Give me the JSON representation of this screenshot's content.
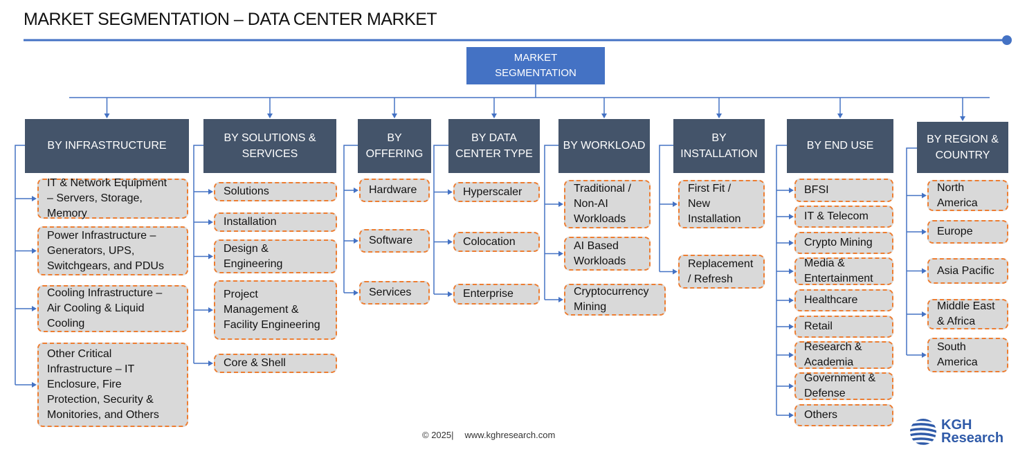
{
  "title": "MARKET SEGMENTATION – DATA CENTER MARKET",
  "root": "MARKET\nSEGMENTATION",
  "columns": [
    {
      "header": "BY INFRASTRUCTURE",
      "items": [
        "IT & Network Equipment\n– Servers, Storage,\nMemory",
        "Power Infrastructure –\nGenerators, UPS,\nSwitchgears, and PDUs",
        "Cooling Infrastructure –\nAir Cooling & Liquid\nCooling",
        "Other Critical\nInfrastructure – IT\nEnclosure, Fire\nProtection, Security &\nMonitories, and Others"
      ]
    },
    {
      "header": "BY SOLUTIONS &\nSERVICES",
      "items": [
        "Solutions",
        "Installation",
        "Design &\nEngineering",
        "Project\nManagement &\nFacility Engineering",
        "Core & Shell"
      ]
    },
    {
      "header": "BY\nOFFERING",
      "items": [
        "Hardware",
        "Software",
        "Services"
      ]
    },
    {
      "header": "BY DATA\nCENTER TYPE",
      "items": [
        "Hyperscaler",
        "Colocation",
        "Enterprise"
      ]
    },
    {
      "header": "BY WORKLOAD",
      "items": [
        "Traditional /\nNon-AI\nWorkloads",
        "AI Based\nWorkloads",
        "Cryptocurrency\nMining"
      ]
    },
    {
      "header": "BY\nINSTALLATION",
      "items": [
        "First Fit /\nNew\nInstallation",
        "Replacement\n/ Refresh"
      ]
    },
    {
      "header": "BY END USE",
      "items": [
        "BFSI",
        "IT & Telecom",
        "Crypto Mining",
        "Media &\nEntertainment",
        "Healthcare",
        "Retail",
        "Research &\nAcademia",
        "Government &\nDefense",
        "Others"
      ]
    },
    {
      "header": "BY REGION &\nCOUNTRY",
      "items": [
        "North\nAmerica",
        "Europe",
        "Asia Pacific",
        "Middle East\n& Africa",
        "South\nAmerica"
      ]
    }
  ],
  "footer": {
    "copyright": "© 2025|",
    "website": "www.kghresearch.com"
  },
  "logo": {
    "text": "KGH\nResearch"
  },
  "colors": {
    "root": "#4472c4",
    "header": "#44546a",
    "item_fill": "#d9d9d9",
    "item_border": "#ed7d31",
    "connector": "#4472c4"
  }
}
